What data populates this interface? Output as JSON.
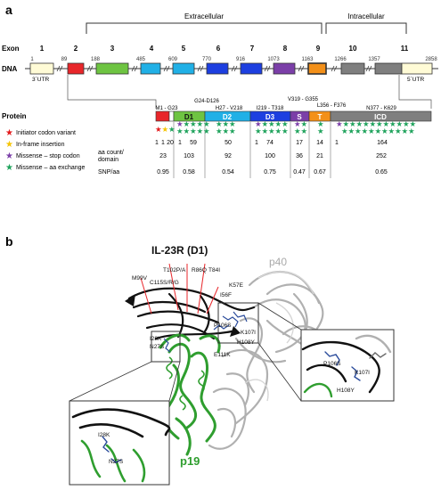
{
  "panel_a": {
    "label": "a",
    "regions": {
      "extracellular": "Extracellular",
      "intracellular": "Intracellular"
    },
    "exon_heading": "Exon",
    "exon_numbers": [
      "1",
      "2",
      "3",
      "4",
      "5",
      "6",
      "7",
      "8",
      "9",
      "10",
      "11"
    ],
    "dna_label": "DNA",
    "dna_positions": [
      "1",
      "89",
      "188",
      "485",
      "609",
      "770",
      "916",
      "1073",
      "1163",
      "1266",
      "1357",
      "2858"
    ],
    "utr3": "3´UTR",
    "utr5": "5´UTR",
    "protein_label": "Protein",
    "domain_ranges_upper": [
      "G24-D126",
      "V319 - G355"
    ],
    "domain_ranges_lower": [
      "M1 - G23",
      "H27 - V218",
      "I219 - T318",
      "L356 - F376",
      "N377 - K629"
    ],
    "domains": [
      "D1",
      "D2",
      "D3",
      "S",
      "T",
      "ICD"
    ],
    "legend": [
      {
        "label": "Initiator codon variant",
        "color": "#e31a1c"
      },
      {
        "label": "In-frame insertion",
        "color": "#f5c400"
      },
      {
        "label": "Missense – stop codon",
        "color": "#7b3fa8"
      },
      {
        "label": "Missense – aa exchange",
        "color": "#1fa35c"
      }
    ],
    "counts": [
      "1",
      "1",
      "20",
      "1",
      "59",
      "50",
      "1",
      "74",
      "17",
      "14",
      "1",
      "164"
    ],
    "aa_count_label": [
      "aa count/",
      "domain"
    ],
    "aa_counts": [
      "23",
      "103",
      "92",
      "100",
      "36",
      "21",
      "252"
    ],
    "snp_label": "SNP/aa",
    "snp_values": [
      "0.95",
      "0.58",
      "0.54",
      "0.75",
      "0.47",
      "0.67",
      "0.65"
    ]
  },
  "panel_b": {
    "label": "b",
    "title": "IL-23R (D1)",
    "p40": "p40",
    "p19": "p19",
    "mutations_top": [
      "T102P/A",
      "R86Q",
      "T84I",
      "M99V",
      "C115S/R/G",
      "K57E",
      "I56F"
    ],
    "mutations_middle": [
      "P106S",
      "K107I",
      "H108Y",
      "E111K",
      "I28K",
      "N27S"
    ],
    "inset_right": [
      "P106S",
      "K107I",
      "H108Y"
    ],
    "inset_left": [
      "I28K",
      "N27S"
    ]
  },
  "colors": {
    "exon1": "#fffbd6",
    "exon2": "#e8262a",
    "exon3": "#6ec442",
    "exon4": "#21b0e6",
    "exon5": "#21b0e6",
    "exon6": "#1d3fe0",
    "exon7": "#1d3fe0",
    "exon8": "#7b3fa8",
    "exon9": "#f39019",
    "exon10": "#7f7f7f",
    "exon11": "#7f7f7f",
    "d1": "#6ec442",
    "d2": "#21b0e6",
    "d3": "#1d3fe0",
    "s": "#7b3fa8",
    "t": "#f39019",
    "icd": "#7f7f7f",
    "p19": "#2f9e2f",
    "il23r": "#111111",
    "p40": "#b0b0b0"
  }
}
